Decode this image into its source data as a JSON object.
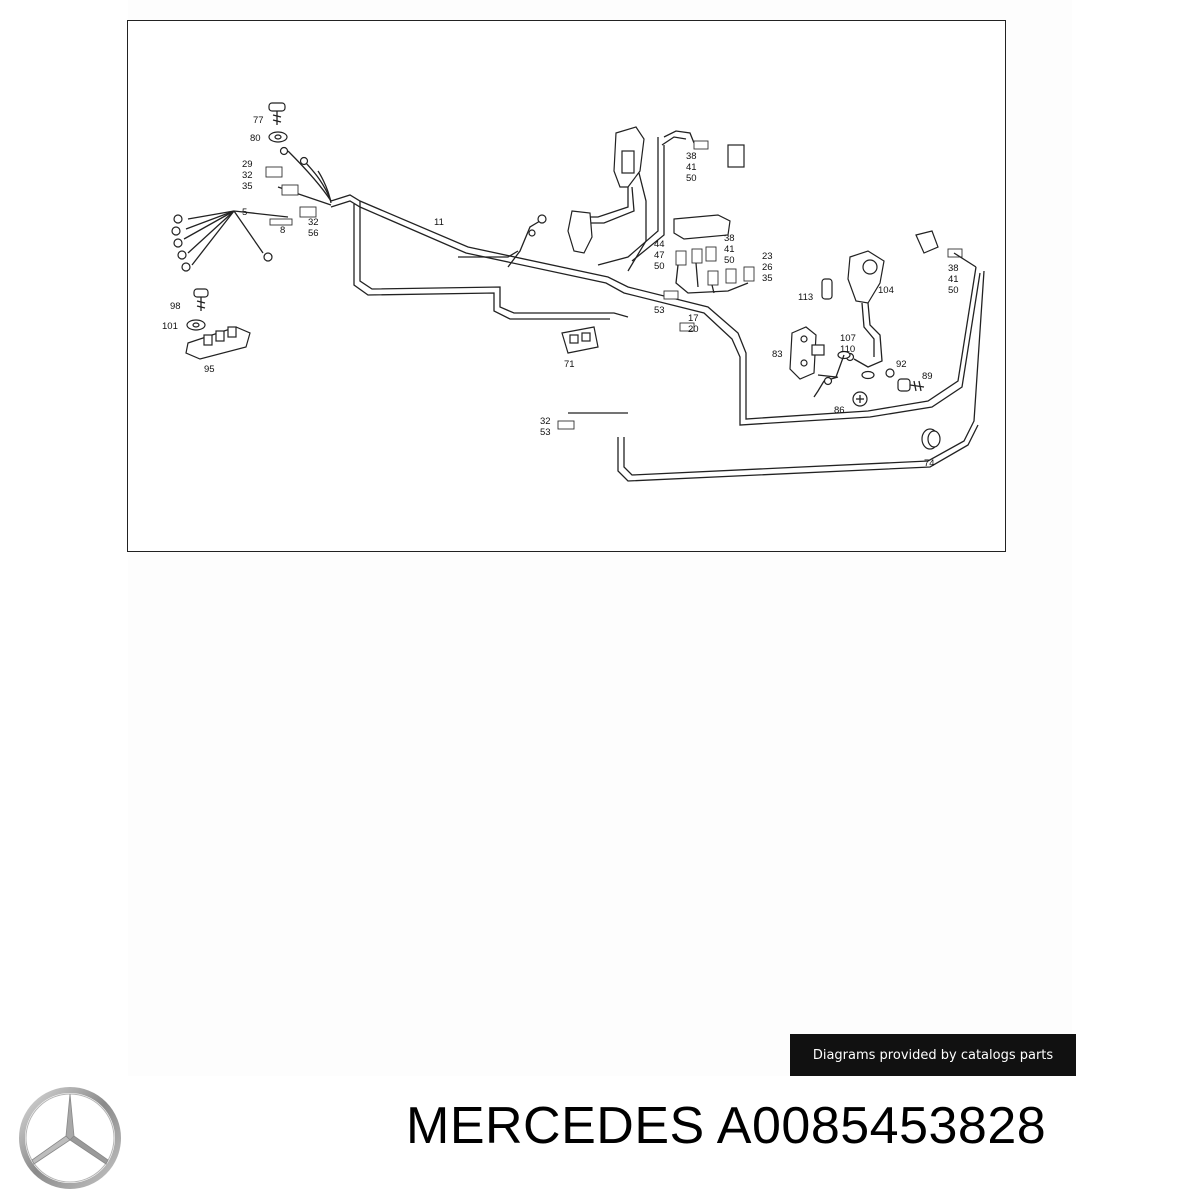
{
  "diagram": {
    "callouts": [
      {
        "id": "c77",
        "text": "77"
      },
      {
        "id": "c80",
        "text": "80"
      },
      {
        "id": "c29",
        "text": "29"
      },
      {
        "id": "c32a",
        "text": "32"
      },
      {
        "id": "c35a",
        "text": "35"
      },
      {
        "id": "c5",
        "text": "5"
      },
      {
        "id": "c8",
        "text": "8"
      },
      {
        "id": "c32b",
        "text": "32"
      },
      {
        "id": "c56",
        "text": "56"
      },
      {
        "id": "c11",
        "text": "11"
      },
      {
        "id": "c38a",
        "text": "38"
      },
      {
        "id": "c41a",
        "text": "41"
      },
      {
        "id": "c50a",
        "text": "50"
      },
      {
        "id": "c44",
        "text": "44"
      },
      {
        "id": "c47",
        "text": "47"
      },
      {
        "id": "c50b",
        "text": "50"
      },
      {
        "id": "c38b",
        "text": "38"
      },
      {
        "id": "c41b",
        "text": "41"
      },
      {
        "id": "c50c",
        "text": "50"
      },
      {
        "id": "c23",
        "text": "23"
      },
      {
        "id": "c26",
        "text": "26"
      },
      {
        "id": "c35b",
        "text": "35"
      },
      {
        "id": "c53a",
        "text": "53"
      },
      {
        "id": "c17",
        "text": "17"
      },
      {
        "id": "c20",
        "text": "20"
      },
      {
        "id": "c98",
        "text": "98"
      },
      {
        "id": "c101",
        "text": "101"
      },
      {
        "id": "c95",
        "text": "95"
      },
      {
        "id": "c71",
        "text": "71"
      },
      {
        "id": "c113",
        "text": "113"
      },
      {
        "id": "c104",
        "text": "104"
      },
      {
        "id": "c38c",
        "text": "38"
      },
      {
        "id": "c41c",
        "text": "41"
      },
      {
        "id": "c50d",
        "text": "50"
      },
      {
        "id": "c83",
        "text": "83"
      },
      {
        "id": "c107",
        "text": "107"
      },
      {
        "id": "c110",
        "text": "110"
      },
      {
        "id": "c92",
        "text": "92"
      },
      {
        "id": "c89",
        "text": "89"
      },
      {
        "id": "c86",
        "text": "86"
      },
      {
        "id": "c32c",
        "text": "32"
      },
      {
        "id": "c53b",
        "text": "53"
      },
      {
        "id": "c74",
        "text": "74"
      }
    ]
  },
  "credit": {
    "text": "Diagrams provided by catalogs parts"
  },
  "footer": {
    "brand": "MERCEDES",
    "part_number": "A0085453828"
  },
  "icons": {
    "logo": "mercedes-star-icon"
  }
}
